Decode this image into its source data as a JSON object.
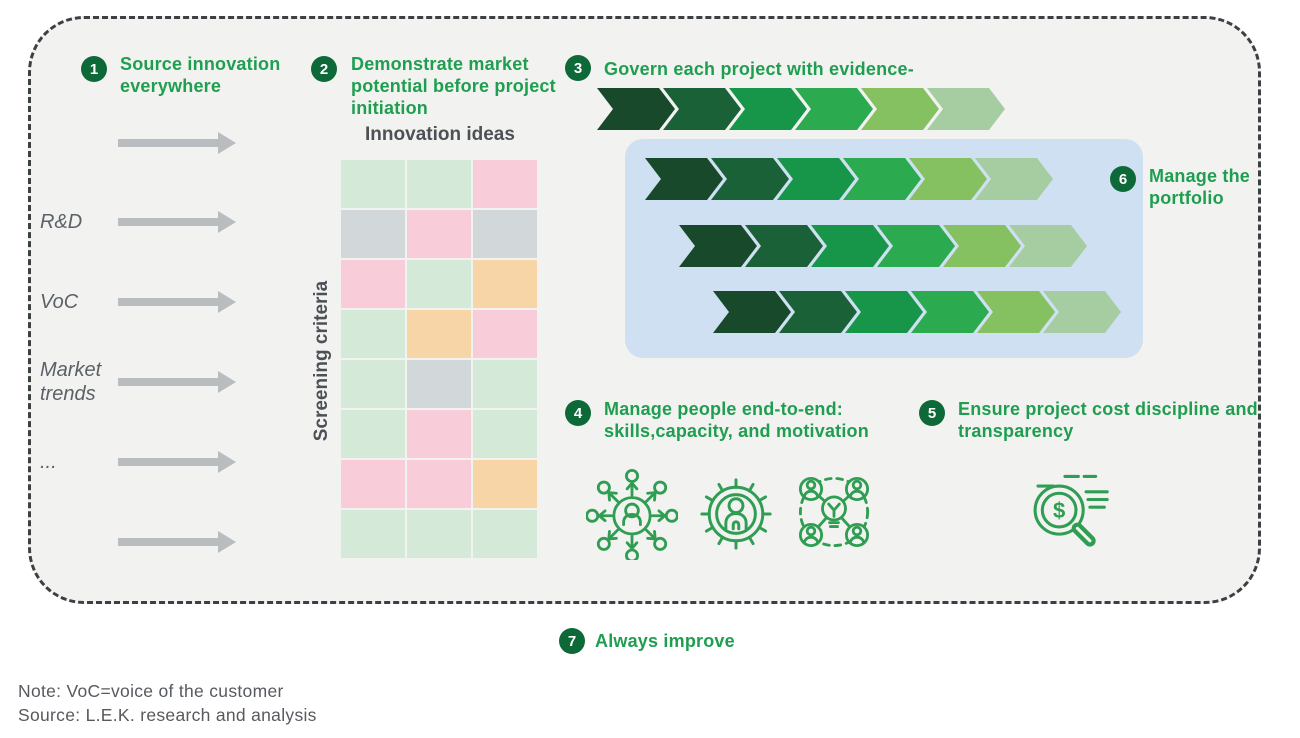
{
  "colors": {
    "page-bg": "#ffffff",
    "panel-bg": "#f2f2f1",
    "panel-border": "#3c4043",
    "badge-bg": "#0d6a38",
    "step-green": "#1f9e50",
    "muted-gray": "#5b6166",
    "dark-label": "#4c5156",
    "arrow-gray": "#b9bdbf",
    "blue-panel": "#cfe0f2",
    "note-gray": "#56595e",
    "icon-green": "#2f9e52"
  },
  "steps": [
    {
      "num": "1",
      "label": "Source innovation everywhere"
    },
    {
      "num": "2",
      "label": "Demonstrate market potential before project initiation"
    },
    {
      "num": "3",
      "label": "Govern each project with evidence-"
    },
    {
      "num": "4",
      "label": "Manage people end-to-end: skills,capacity, and motivation"
    },
    {
      "num": "5",
      "label": "Ensure project cost discipline and transparency"
    },
    {
      "num": "6",
      "label": "Manage the portfolio"
    },
    {
      "num": "7",
      "label": "Always improve"
    }
  ],
  "sources": {
    "labels": [
      "",
      "R&D",
      "VoC",
      "Market trends",
      "...",
      ""
    ]
  },
  "matrix": {
    "title": "Innovation ideas",
    "axis_label": "Screening criteria",
    "palette": {
      "green": "#d5e9d9",
      "pink": "#f8cdd9",
      "gray": "#d2d8da",
      "orange": "#f8d5a6"
    },
    "rows": [
      [
        "green",
        "green",
        "pink"
      ],
      [
        "gray",
        "pink",
        "gray"
      ],
      [
        "pink",
        "green",
        "orange"
      ],
      [
        "green",
        "orange",
        "pink"
      ],
      [
        "green",
        "gray",
        "green"
      ],
      [
        "green",
        "pink",
        "green"
      ],
      [
        "pink",
        "pink",
        "orange"
      ],
      [
        "green",
        "green",
        "green"
      ]
    ]
  },
  "chevron_colors": [
    "#17492a",
    "#1a6137",
    "#17964a",
    "#2baa50",
    "#85c061",
    "#a6cda2"
  ],
  "icons": {
    "step4": [
      "person-network-icon",
      "person-gear-icon",
      "team-lightbulb-icon"
    ],
    "step5": "cost-magnifier-icon"
  },
  "notes": {
    "line1": "Note: VoC=voice of the customer",
    "line2": "Source: L.E.K. research and analysis"
  }
}
